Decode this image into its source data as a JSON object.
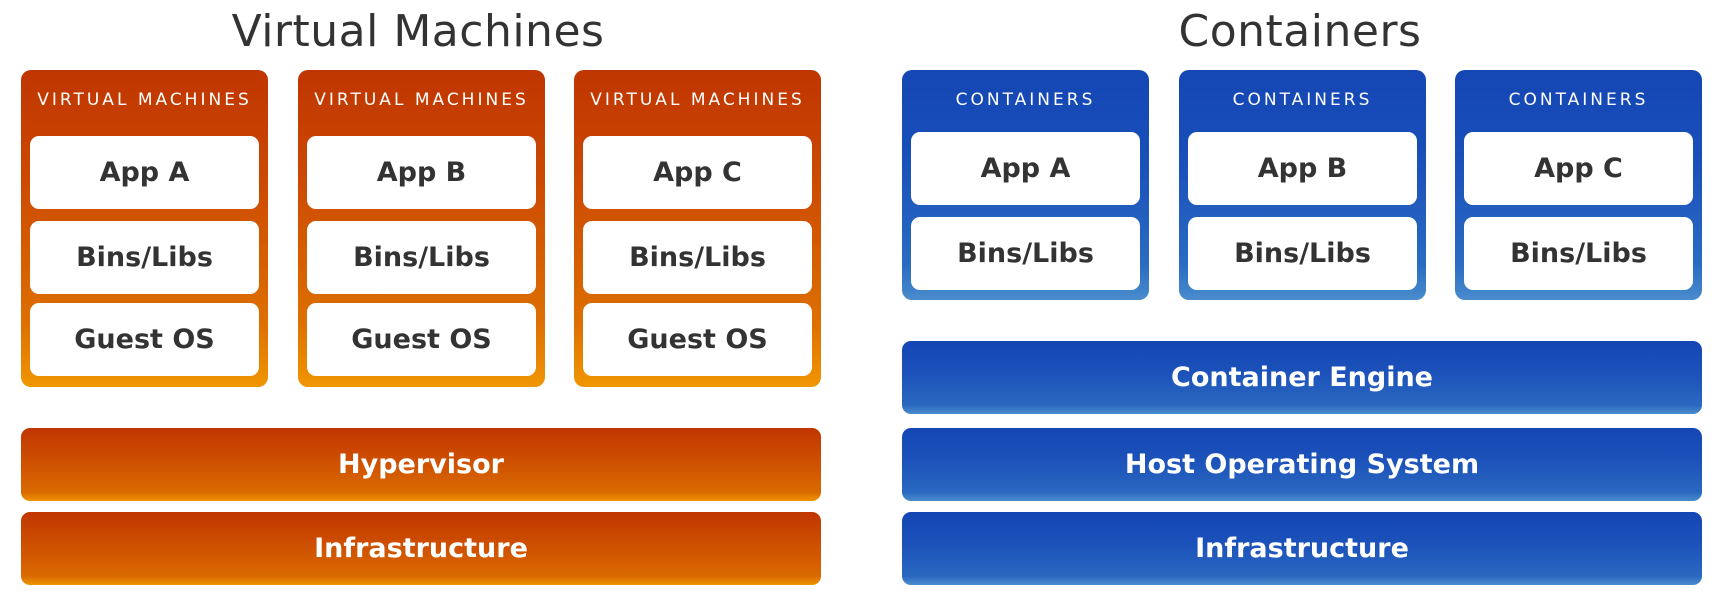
{
  "virtual_machines": {
    "title": "Virtual Machines",
    "color_top": "#bf3500",
    "color_bottom": "#f09600",
    "boxes": [
      {
        "header": "VIRTUAL MACHINES",
        "layers": [
          "App A",
          "Bins/Libs",
          "Guest OS"
        ]
      },
      {
        "header": "VIRTUAL MACHINES",
        "layers": [
          "App B",
          "Bins/Libs",
          "Guest OS"
        ]
      },
      {
        "header": "VIRTUAL MACHINES",
        "layers": [
          "App C",
          "Bins/Libs",
          "Guest OS"
        ]
      }
    ],
    "shared_layers": [
      "Hypervisor",
      "Infrastructure"
    ]
  },
  "containers": {
    "title": "Containers",
    "color_top": "#1446b4",
    "color_bottom": "#4a8ccc",
    "boxes": [
      {
        "header": "CONTAINERS",
        "layers": [
          "App A",
          "Bins/Libs"
        ]
      },
      {
        "header": "CONTAINERS",
        "layers": [
          "App B",
          "Bins/Libs"
        ]
      },
      {
        "header": "CONTAINERS",
        "layers": [
          "App C",
          "Bins/Libs"
        ]
      }
    ],
    "shared_layers": [
      "Container Engine",
      "Host Operating System",
      "Infrastructure"
    ]
  }
}
